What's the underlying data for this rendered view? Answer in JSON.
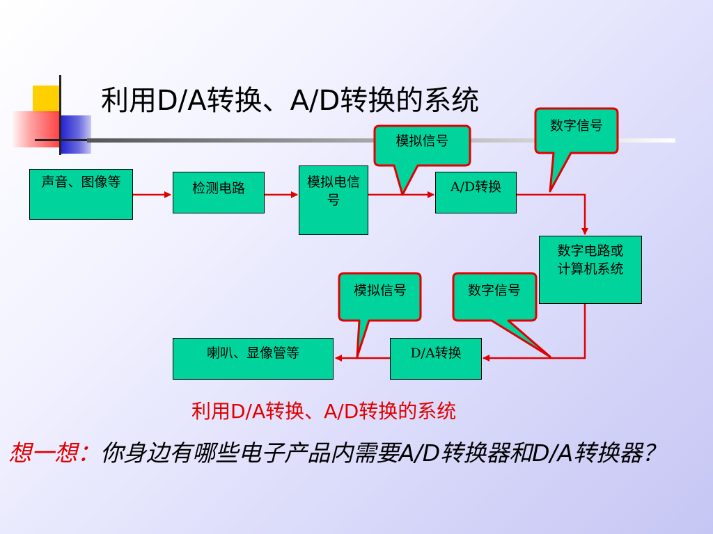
{
  "slide": {
    "title": "利用D/A转换、A/D转换的系统",
    "caption": "利用D/A转换、A/D转换的系统",
    "question_label": "想一想：",
    "question_text": "你身边有哪些电子产品内需要A/D转换器和D/A转换器？"
  },
  "diagram": {
    "nodes": {
      "sound_image": "声音、图像等",
      "detection": "检测电路",
      "analog_signal": "模拟电信号",
      "ad_converter": "A/D转换",
      "digital_circuit": "数字电路或计算机系统",
      "da_converter": "D/A转换",
      "speaker_display": "喇叭、显像管等"
    },
    "callouts": {
      "top_analog": "模拟信号",
      "top_digital": "数字信号",
      "bottom_analog": "模拟信号",
      "bottom_digital": "数字信号"
    }
  },
  "colors": {
    "box_fill": "#00d49c",
    "arrow": "#e00000",
    "callout_border": "#e00000",
    "accent_text": "#e00000"
  }
}
